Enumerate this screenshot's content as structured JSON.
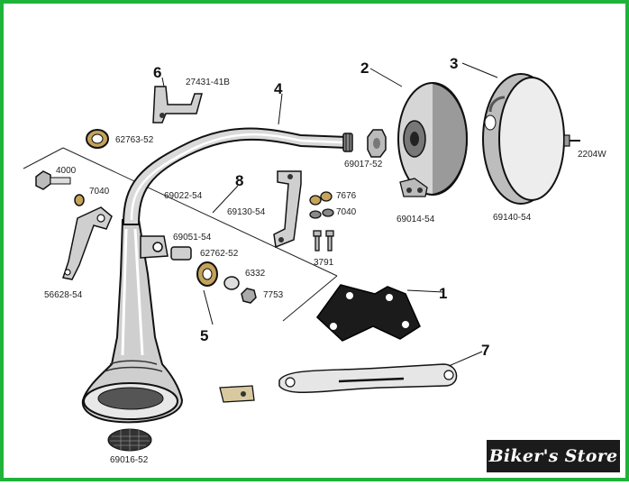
{
  "diagram": {
    "frame_color": "#1fb33a",
    "callouts": [
      "1",
      "2",
      "3",
      "4",
      "5",
      "6",
      "7",
      "8"
    ],
    "part_numbers": [
      "27431-41B",
      "62763-52",
      "4000",
      "7040",
      "56628-54",
      "69022-54",
      "69130-54",
      "7676",
      "7040",
      "3791",
      "69051-54",
      "62762-52",
      "6332",
      "7753",
      "69017-52",
      "69014-54",
      "69140-54",
      "2204W",
      "69016-52"
    ]
  },
  "watermark": {
    "text": "Biker's Store"
  }
}
